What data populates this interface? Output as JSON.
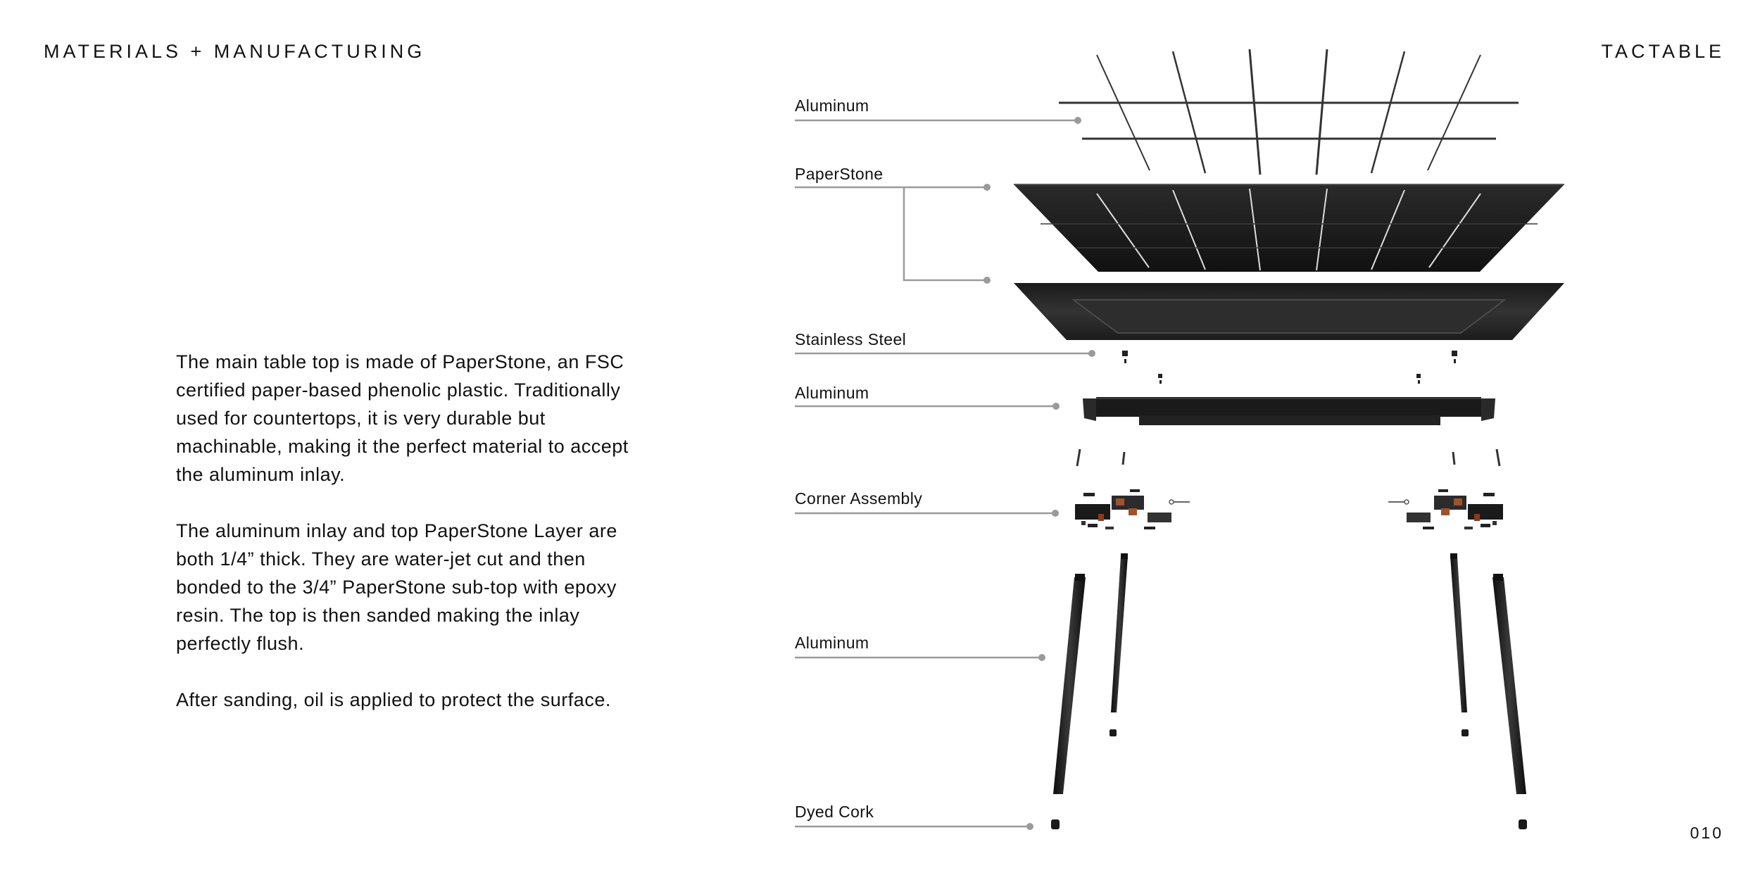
{
  "header": {
    "section_title": "MATERIALS + MANUFACTURING",
    "brand": "TACTABLE"
  },
  "body": {
    "paragraphs": [
      "The main table top is made of PaperStone, an FSC certified paper-based phenolic plastic. Traditionally used for countertops, it is very durable but machinable, making it the perfect material to accept the aluminum inlay.",
      "The aluminum inlay and top PaperStone Layer are both 1/4” thick. They are water-jet cut and then bonded to the 3/4” PaperStone sub-top with epoxy resin. The top is then sanded making the inlay perfectly flush.",
      "After sanding, oil is applied to protect the surface."
    ]
  },
  "diagram": {
    "callouts": [
      "Aluminum",
      "PaperStone",
      "Stainless Steel",
      "Aluminum",
      "Corner Assembly",
      "Aluminum",
      "Dyed Cork"
    ]
  },
  "footer": {
    "page_number": "010"
  }
}
